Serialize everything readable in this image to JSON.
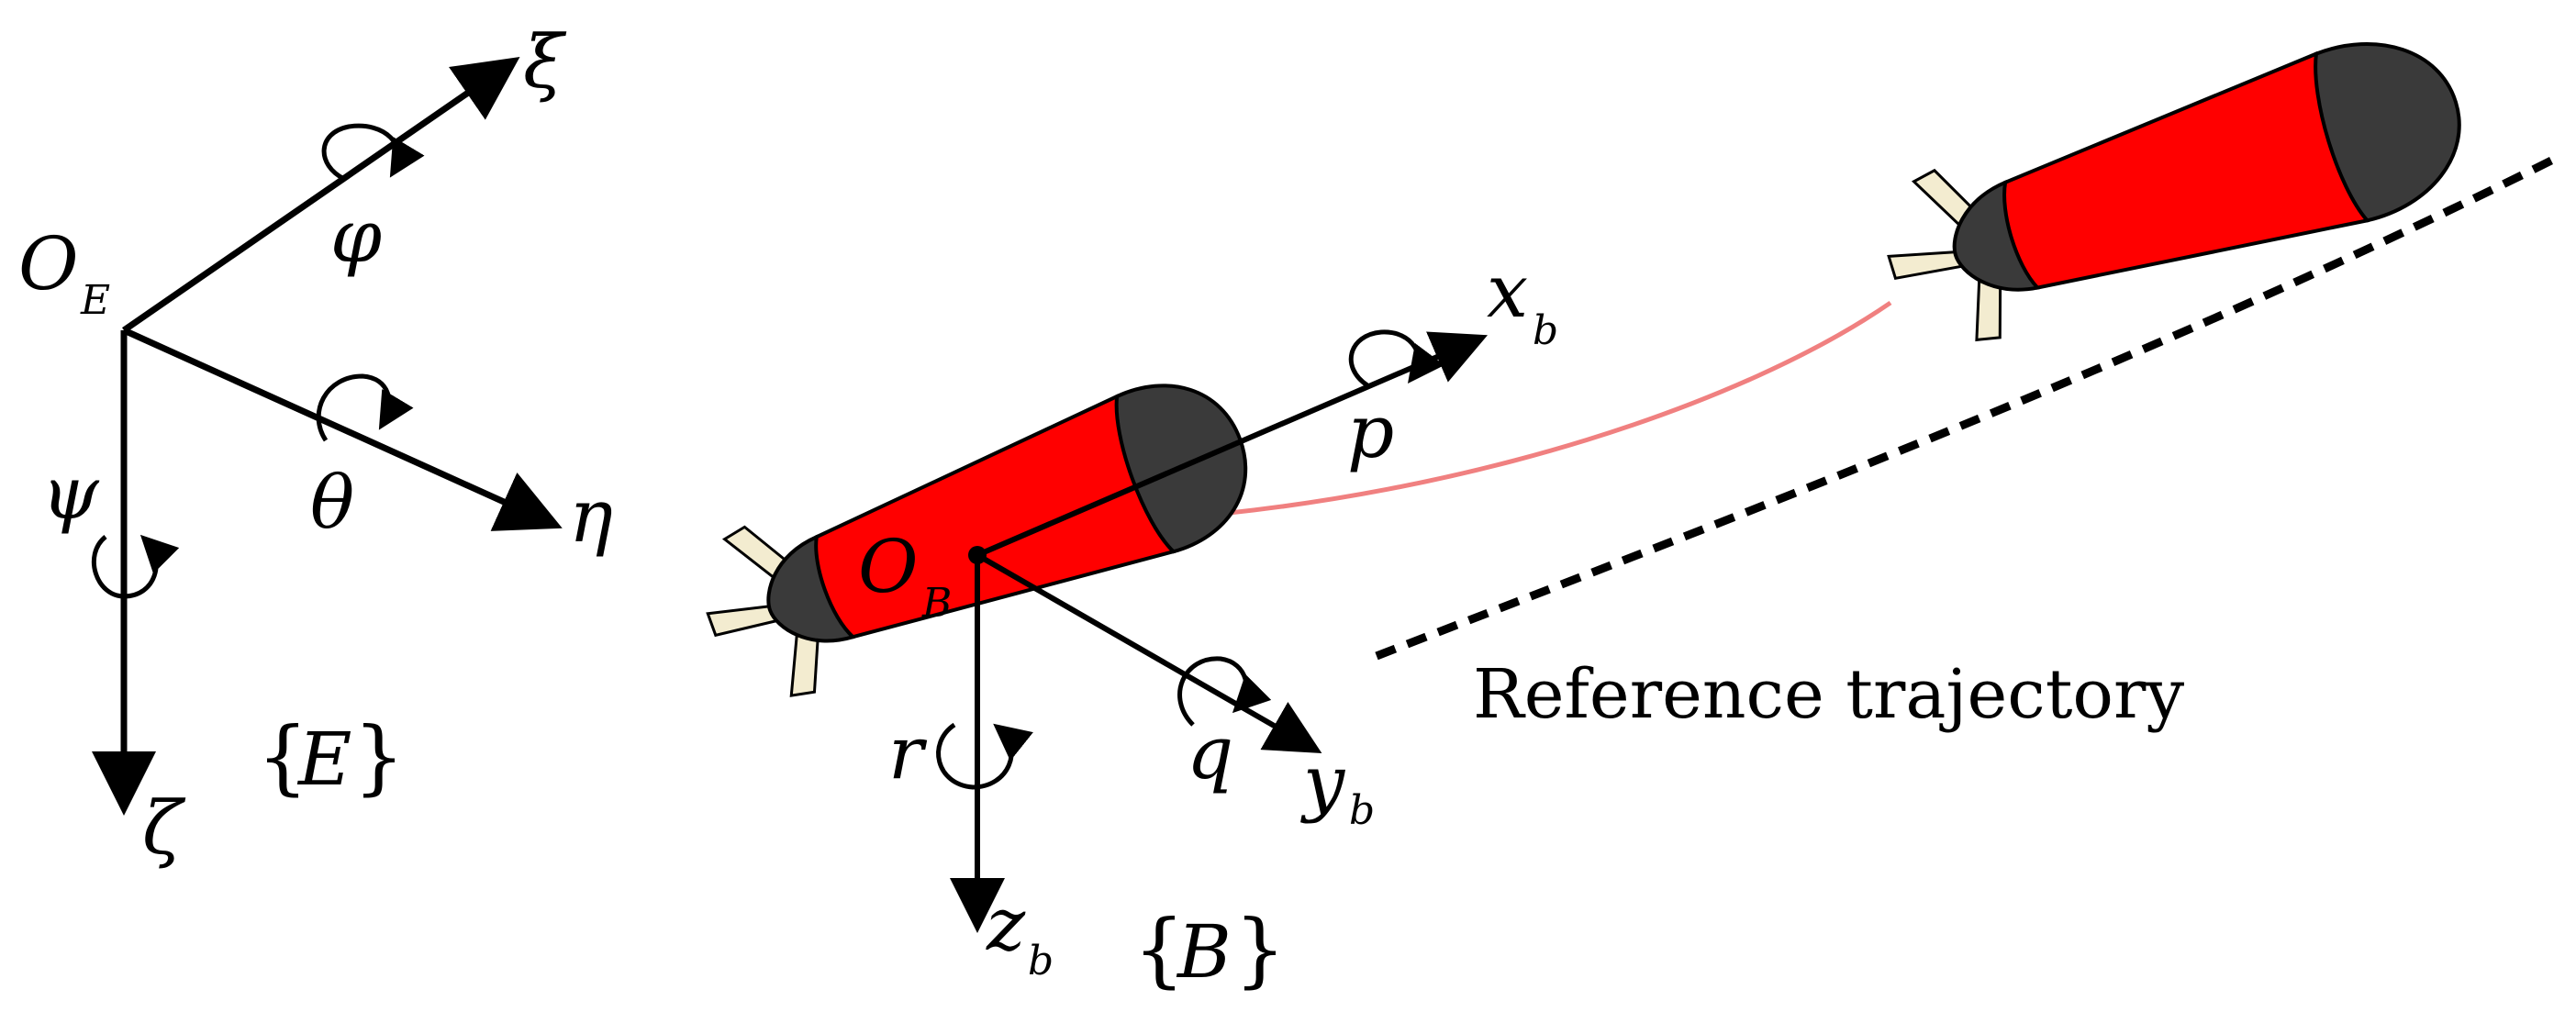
{
  "earth_frame": {
    "origin": "O",
    "origin_sub": "E",
    "axis_xi": "ξ",
    "axis_eta": "η",
    "axis_zeta": "ζ",
    "rot_phi": "φ",
    "rot_theta": "θ",
    "rot_psi": "ψ",
    "frame_name": "E"
  },
  "body_frame": {
    "origin": "O",
    "origin_sub": "B",
    "axis_x": "x",
    "axis_x_sub": "b",
    "axis_y": "y",
    "axis_y_sub": "b",
    "axis_z": "z",
    "axis_z_sub": "b",
    "rot_p": "p",
    "rot_q": "q",
    "rot_r": "r",
    "frame_name": "B"
  },
  "reference": {
    "label": "Reference trajectory"
  },
  "colors": {
    "vehicle_body": "#ff0000",
    "vehicle_nose": "#3a3a3a",
    "fins": "#f3ecd0",
    "path": "#f08080",
    "axes": "#000000"
  }
}
